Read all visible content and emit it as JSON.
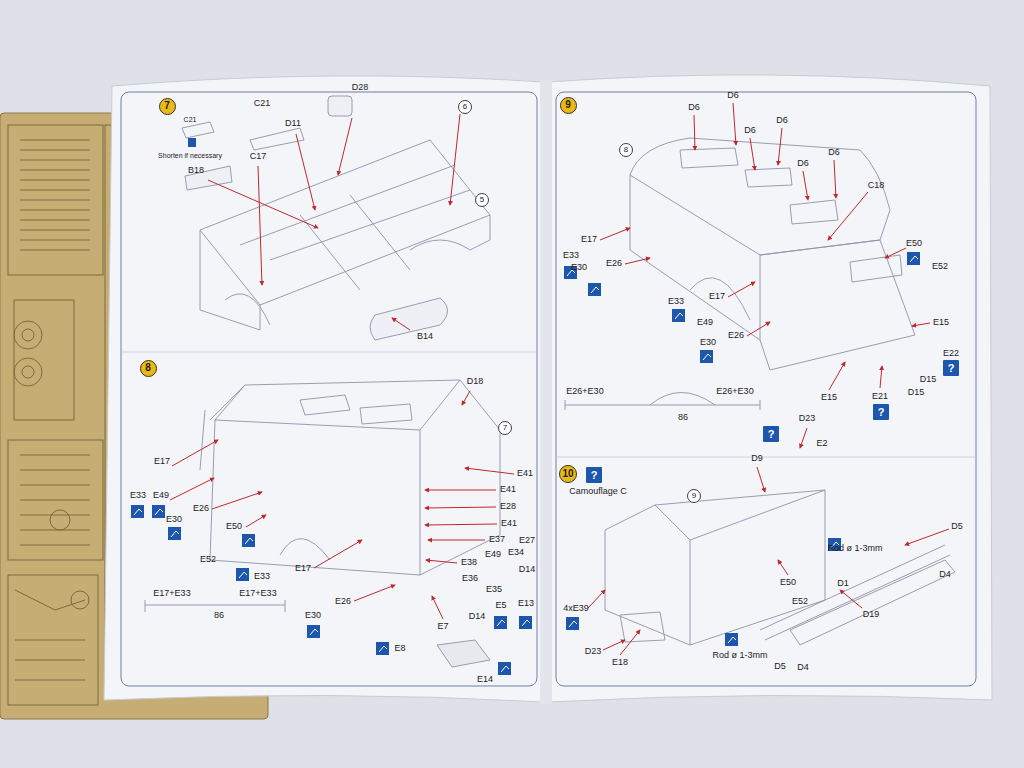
{
  "diagram": {
    "nodes": [
      {
        "text": [
          "7"
        ]
      },
      {
        "text": [
          "6"
        ]
      },
      {
        "text": [
          "5"
        ]
      },
      {
        "text": [
          "8"
        ]
      },
      {
        "text": [
          "7"
        ]
      },
      {
        "text": [
          "9"
        ]
      },
      {
        "text": [
          "8"
        ]
      },
      {
        "text": [
          "?"
        ]
      },
      {
        "text": [
          "?"
        ]
      },
      {
        "text": [
          "?"
        ]
      },
      {
        "text": [
          "10"
        ]
      },
      {
        "text": [
          "?"
        ]
      },
      {
        "text": [
          "9"
        ]
      }
    ],
    "labels": [
      "C21",
      "Shorten if necessary",
      "C21",
      "D28",
      "D11",
      "C17",
      "B18",
      "B14",
      "D18",
      "E17",
      "E33",
      "E49",
      "E30",
      "E26",
      "E50",
      "E52",
      "E33",
      "E17",
      "E26",
      "E30",
      "E41",
      "E41",
      "E28",
      "E41",
      "E37",
      "E27",
      "E34",
      "E49",
      "D14",
      "E38",
      "E36",
      "E35",
      "E5",
      "E13",
      "D14",
      "E7",
      "E8",
      "E14",
      "E17+E33",
      "E17+E33",
      "86",
      "D6",
      "D6",
      "D6",
      "D6",
      "D6",
      "D6",
      "C18",
      "E17",
      "E33",
      "E30",
      "E26",
      "E17",
      "E33",
      "E49",
      "E26",
      "E30",
      "E50",
      "E52",
      "E15",
      "E22",
      "D15",
      "E15",
      "E21",
      "D15",
      "E26+E30",
      "E26+E30",
      "86",
      "D23",
      "E2",
      "D9",
      "Camouflage C",
      "D5",
      "Rod ø 1-3mm",
      "D4",
      "D1",
      "D19",
      "E50",
      "E52",
      "4xE39",
      "D23",
      "E18",
      "Rod ø 1-3mm",
      "D5",
      "D4"
    ]
  }
}
